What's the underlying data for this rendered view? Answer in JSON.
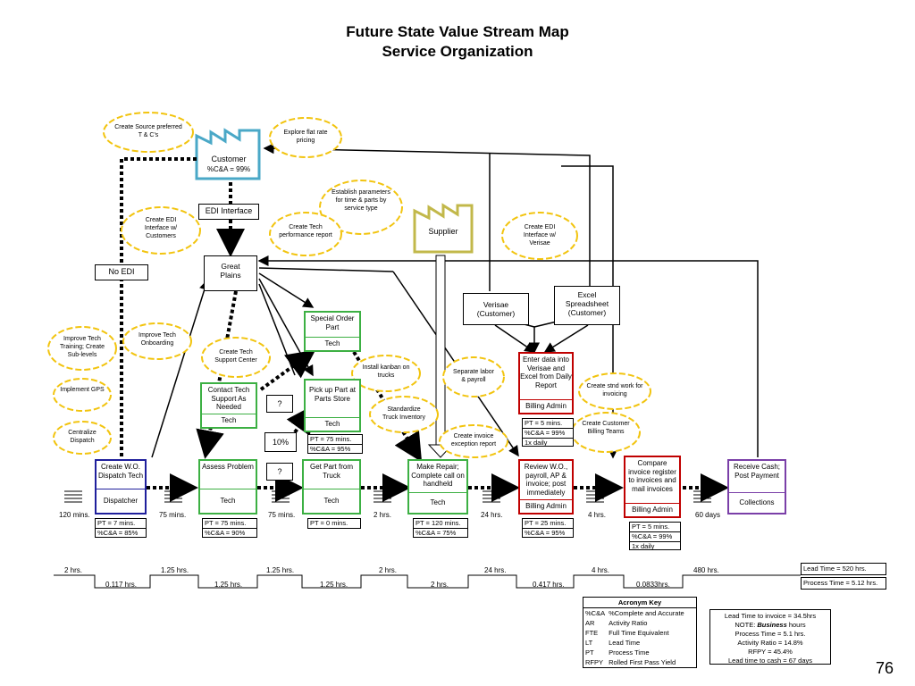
{
  "title": {
    "line1": "Future State Value Stream Map",
    "line2": "Service Organization"
  },
  "page_number": "76",
  "customer": {
    "name": "Customer",
    "metric": "%C&A = 99%"
  },
  "supplier": {
    "name": "Supplier"
  },
  "edi_interface": "EDI Interface",
  "no_edi": "No EDI",
  "great_plains": {
    "line1": "Great",
    "line2": "Plains"
  },
  "verisae": {
    "line1": "Verisae",
    "line2": "(Customer)"
  },
  "excel": {
    "line1": "Excel",
    "line2": "Spreadsheet",
    "line3": "(Customer)"
  },
  "special_order": {
    "label": "Special Order Part",
    "role": "Tech"
  },
  "pickup": {
    "label": "Pick up Part at Parts Store",
    "role": "Tech",
    "pt": "PT = 75 mins.",
    "ca": "%C&A = 95%"
  },
  "contact_tech": {
    "label": "Contact Tech Support As Needed",
    "role": "Tech"
  },
  "enter_data": {
    "label": "Enter data into Verisae and Excel from Daily Report",
    "role": "Billing Admin",
    "pt": "PT = 5 mins.",
    "ca": "%C&A = 99%",
    "freq": "1x daily"
  },
  "question1": "?",
  "question2": "?",
  "ten_percent": "10%",
  "processes": [
    {
      "label": "Create W.O. Dispatch Tech",
      "role": "Dispatcher",
      "pt": "PT = 7 mins.",
      "ca": "%C&A = 85%"
    },
    {
      "label": "Assess Problem",
      "role": "Tech",
      "pt": "PT = 75 mins.",
      "ca": "%C&A = 90%"
    },
    {
      "label": "Get Part from Truck",
      "role": "Tech",
      "pt": "PT = 0 mins."
    },
    {
      "label": "Make Repair; Complete call on handheld",
      "role": "Tech",
      "pt": "PT = 120 mins.",
      "ca": "%C&A = 75%"
    },
    {
      "label": "Review W.O., payroll, AP & invoice; post immediately",
      "role": "Billing Admin",
      "pt": "PT = 25 mins.",
      "ca": "%C&A = 95%"
    },
    {
      "label": "Compare invoice register to invoices and mail invoices",
      "role": "Billing Admin",
      "pt": "PT = 5 mins.",
      "ca": "%C&A = 99%",
      "freq": "1x daily"
    },
    {
      "label": "Receive Cash; Post Payment",
      "role": "Collections"
    }
  ],
  "inventory_times": [
    "120 mins.",
    "75 mins.",
    "75 mins.",
    "2 hrs.",
    "24 hrs.",
    "4 hrs.",
    "60 days"
  ],
  "timeline": {
    "waits": [
      "2 hrs.",
      "1.25 hrs.",
      "1.25 hrs.",
      "2 hrs.",
      "24 hrs.",
      "4 hrs.",
      "480 hrs."
    ],
    "processes": [
      "0.117 hrs.",
      "1.25 hrs.",
      "1.25 hrs.",
      "2 hrs.",
      "0.417 hrs.",
      "0.0833hrs."
    ],
    "lead_time": "Lead Time = 520 hrs.",
    "process_time": "Process Time = 5.12 hrs."
  },
  "kaizens": {
    "source": "Create Source preferred T & C's",
    "flat_rate": "Explore flat rate pricing",
    "edi_customers": "Create EDI Interface w/ Customers",
    "establish": "Establish parameters for time & parts by service type",
    "perf_report": "Create Tech performance report",
    "edi_verisae": "Create EDI Interface w/ Verisae",
    "improve_training": "Improve Tech Training; Create Sub-levels",
    "onboarding": "Improve Tech Onboarding",
    "support_center": "Create Tech Support Center",
    "kanban": "Install kanban on trucks",
    "separate": "Separate labor & payroll",
    "std_work": "Create stnd work for invoicing",
    "gps": "Implement GPS",
    "truck_inventory": "Standardize Truck Inventory",
    "billing_teams": "Create Customer Billing Teams",
    "centralize": "Centralize Dispatch",
    "exception": "Create invoice exception report"
  },
  "acronym_key": {
    "title": "Acronym Key",
    "rows": [
      [
        "%C&A",
        "%Complete and Accurate"
      ],
      [
        "AR",
        "Activity Ratio"
      ],
      [
        "FTE",
        "Full Time Equivalent"
      ],
      [
        "LT",
        "Lead Time"
      ],
      [
        "PT",
        "Process Time"
      ],
      [
        "RFPY",
        "Rolled First Pass Yield"
      ]
    ]
  },
  "metrics": {
    "line1": "Lead Time to invoice = 34.5hrs",
    "line2_prefix": "NOTE: ",
    "line2_bold": "Business",
    "line2_suffix": " hours",
    "line3": "Process Time = 5.1 hrs.",
    "line4": "Activity Ratio = 14.8%",
    "line5": "RFPY = 45.4%",
    "line6": "Lead time to cash = 67 days"
  }
}
